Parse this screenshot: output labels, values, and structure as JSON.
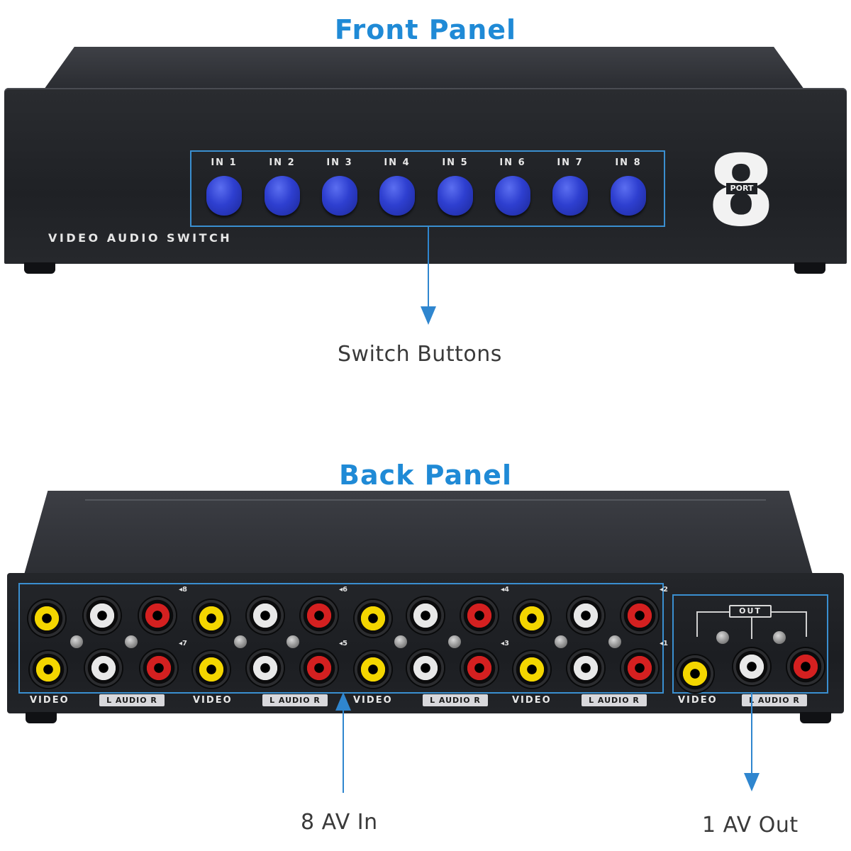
{
  "front": {
    "heading": "Front Panel",
    "inputs": [
      "IN 1",
      "IN 2",
      "IN 3",
      "IN 4",
      "IN 5",
      "IN 6",
      "IN 7",
      "IN 8"
    ],
    "device_label": "VIDEO AUDIO SWITCH",
    "badge_number": "8",
    "badge_word": "PORT",
    "caption": "Switch Buttons"
  },
  "back": {
    "heading": "Back Panel",
    "port_numbers": {
      "top": [
        "8",
        "6",
        "4",
        "2"
      ],
      "bottom": [
        "7",
        "5",
        "3",
        "1"
      ]
    },
    "video_label": "VIDEO",
    "audio_label": "L AUDIO R",
    "out_label": "OUT",
    "caption_in": "8 AV In",
    "caption_out": "1 AV Out"
  },
  "colors": {
    "heading_blue": "#1f8ad6",
    "arrow_blue": "#2f86cf",
    "button_blue": "#2e3fd0",
    "jack_yellow": "#f4d600",
    "jack_white": "#e8e8e8",
    "jack_red": "#d42020"
  }
}
